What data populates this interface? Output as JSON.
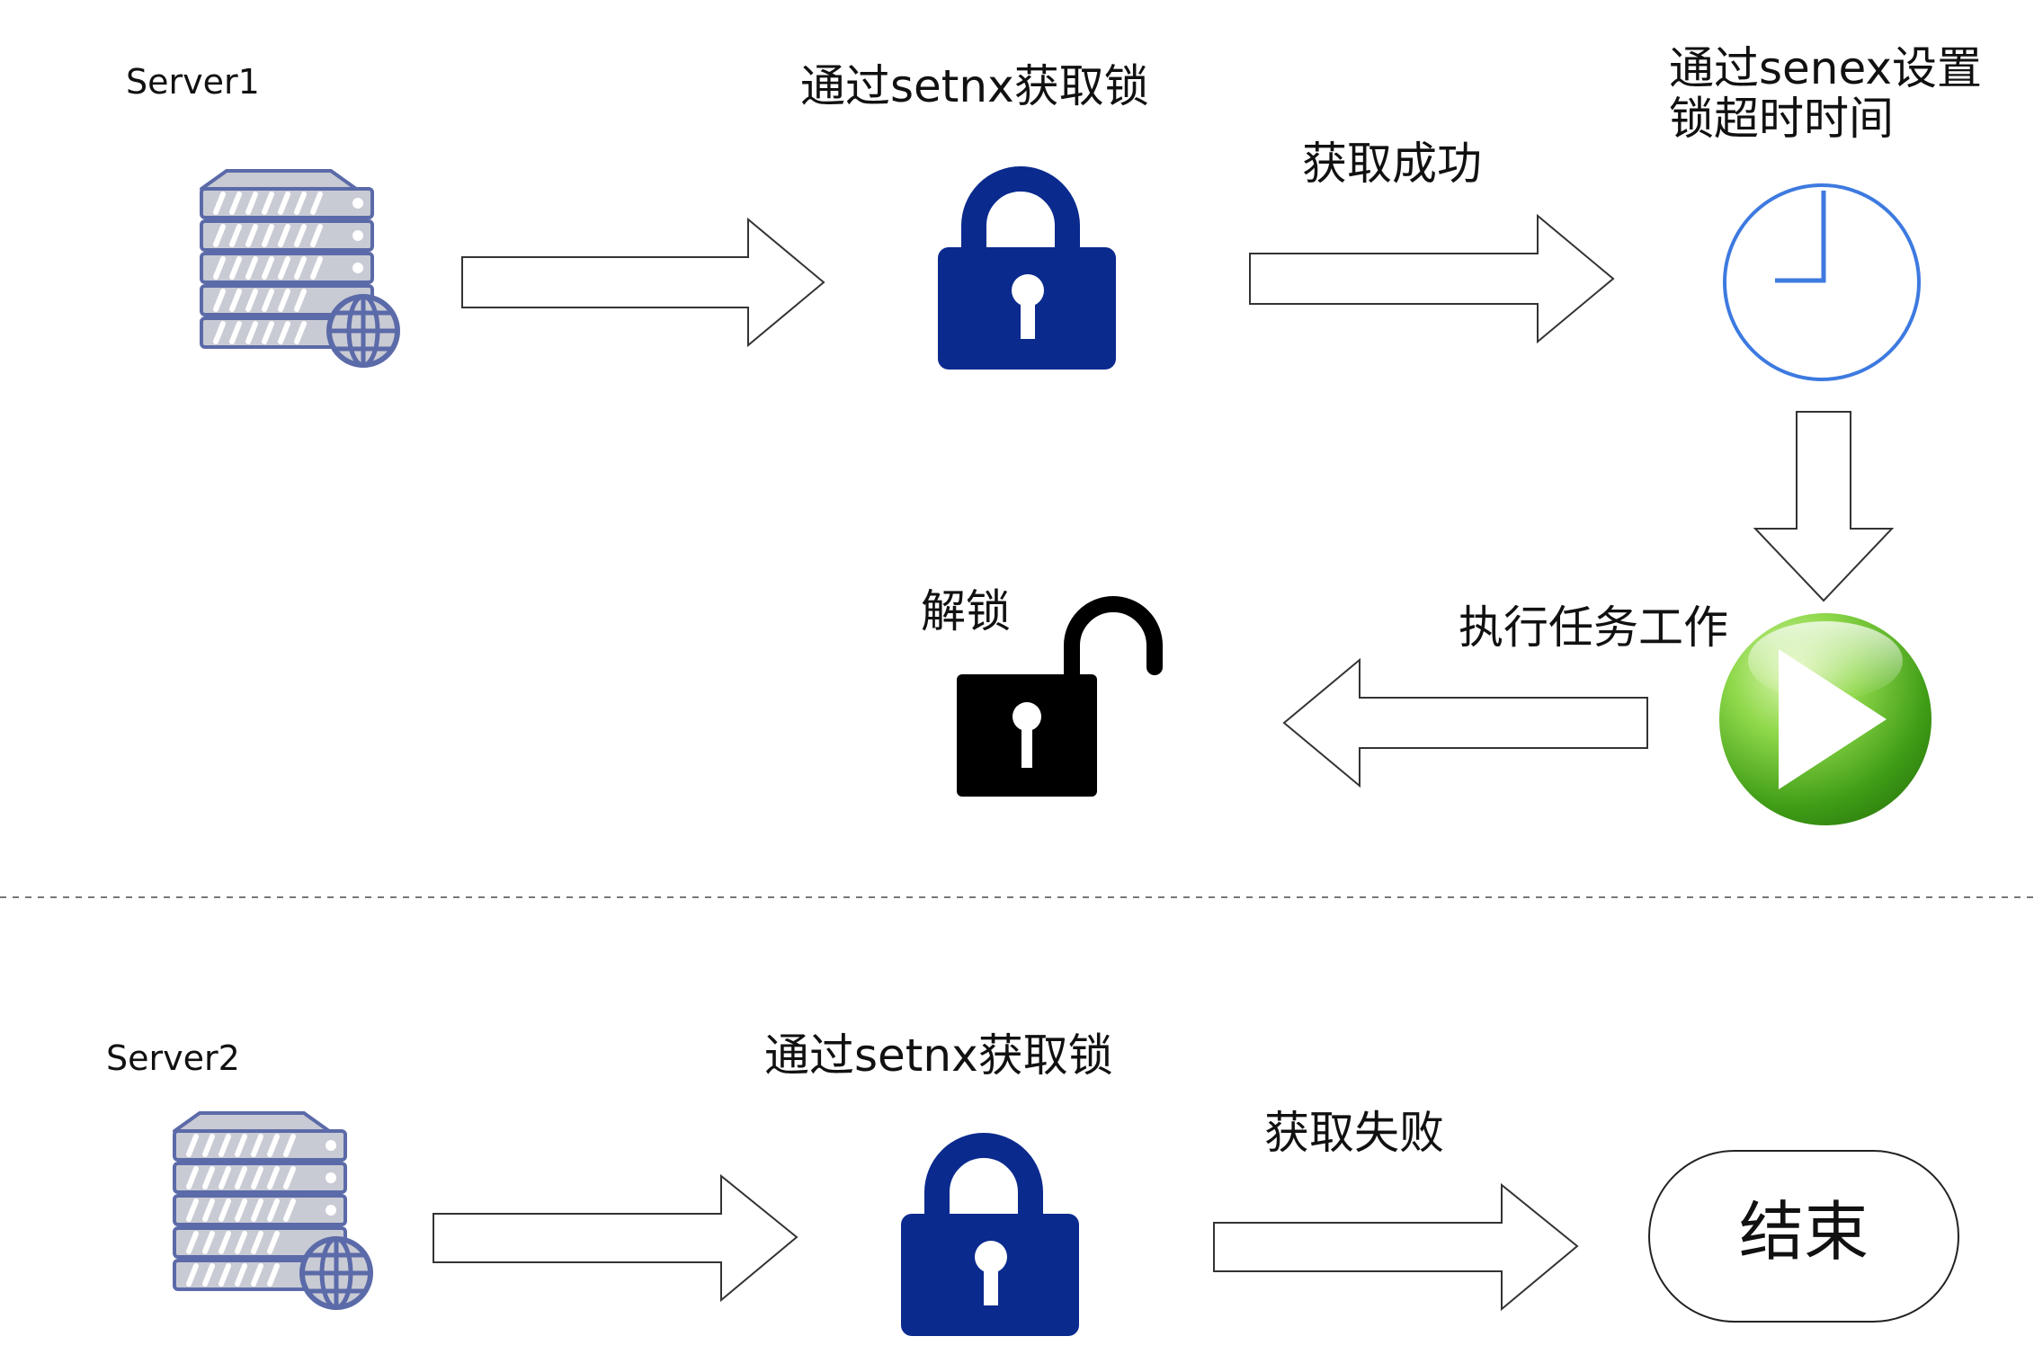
{
  "flow1": {
    "server_label": "Server1",
    "step_acquire_label": "通过setnx获取锁",
    "success_label": "获取成功",
    "set_timeout_label": "通过senex设置锁超时时间",
    "execute_label": "执行任务工作",
    "unlock_label": "解锁"
  },
  "flow2": {
    "server_label": "Server2",
    "step_acquire_label": "通过setnx获取锁",
    "fail_label": "获取失败",
    "end_label": "结束"
  },
  "colors": {
    "lock_blue": "#0b2a8e",
    "server_stroke": "#5b6aa8",
    "server_fill": "#c9cbd4",
    "clock_blue": "#3d7ae0",
    "play_green": "#5ca81f",
    "unlock_black": "#000000",
    "divider": "#777777"
  },
  "icons": {
    "server": "server-globe-icon",
    "lock_blue": "padlock-open-icon",
    "clock": "clock-icon",
    "play": "play-icon",
    "unlock_black": "padlock-unlocked-icon"
  }
}
